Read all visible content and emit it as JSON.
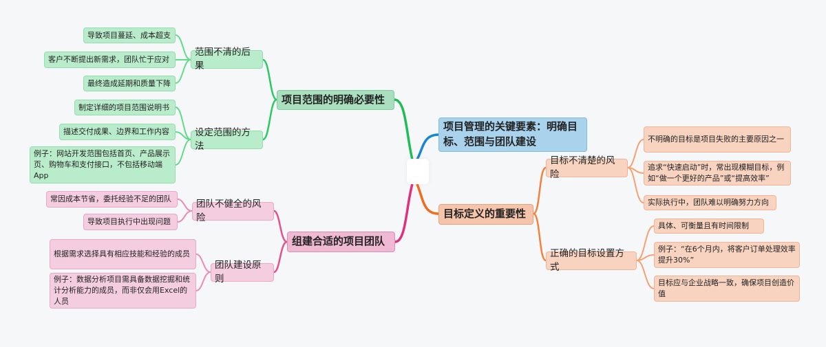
{
  "root": {
    "label": ""
  },
  "title_node": {
    "label": "项目管理的关键要素：明确目标、范围与团队建设"
  },
  "branches": {
    "scope": {
      "label": "项目范围的明确必要性",
      "consequences": {
        "label": "范围不清的后果",
        "items": [
          "导致项目蔓延、成本超支",
          "客户不断提出新需求，团队忙于应对",
          "最终造成延期和质量下降"
        ]
      },
      "methods": {
        "label": "设定范围的方法",
        "items": [
          "制定详细的项目范围说明书",
          "描述交付成果、边界和工作内容",
          "例子：网站开发范围包括首页、产品展示页、购物车和支付接口，不包括移动端App"
        ]
      }
    },
    "team": {
      "label": "组建合适的项目团队",
      "risks": {
        "label": "团队不健全的风险",
        "items": [
          "常因成本节省，委托经验不足的团队",
          "导致项目执行中出现问题"
        ]
      },
      "principles": {
        "label": "团队建设原则",
        "items": [
          "根据需求选择具有相应技能和经验的成员",
          "例子：数据分析项目需具备数据挖掘和统计分析能力的成员，而非仅会用Excel的人员"
        ]
      }
    },
    "goals": {
      "label": "目标定义的重要性",
      "risks": {
        "label": "目标不清楚的风险",
        "items": [
          "不明确的目标是项目失败的主要原因之一",
          "追求“快速启动”时，常出现模糊目标，例如“做一个更好的产品”或“提高效率”",
          "实际执行中，团队难以明确努力方向"
        ]
      },
      "methods": {
        "label": "正确的目标设置方式",
        "items": [
          "具体、可衡量且有时间限制",
          "例子：“在6个月内，将客户订单处理效率提升30%”",
          "目标应与企业战略一致，确保项目创造价值"
        ]
      }
    }
  },
  "colors": {
    "green": "#22c55e",
    "pink": "#e0457f",
    "orange": "#f07830",
    "blue": "#1a86cf"
  }
}
